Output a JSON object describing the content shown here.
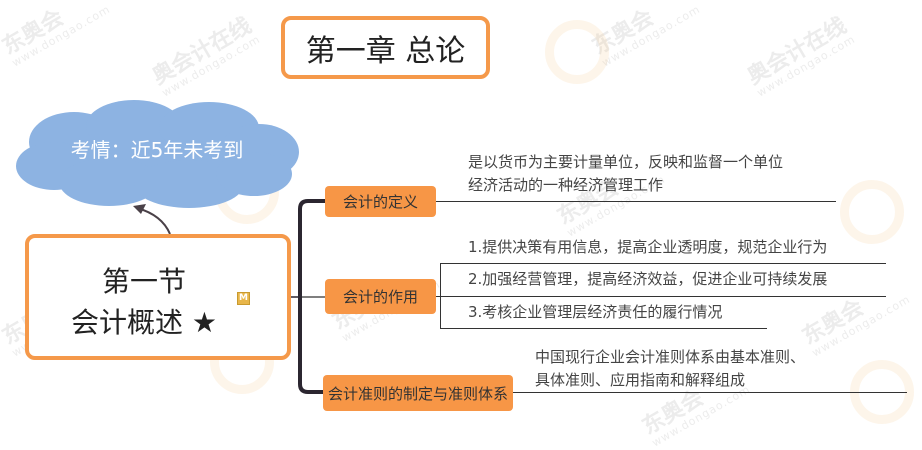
{
  "chapter": {
    "title": "第一章 总论"
  },
  "callout": {
    "text": "考情：近5年未考到"
  },
  "section": {
    "line1": "第一节",
    "line2": "会计概述 ★",
    "memo_icon_label": "M"
  },
  "topics": [
    {
      "label": "会计的定义",
      "details": [
        "是以货币为主要计量单位，反映和监督一个单位",
        "经济活动的一种经济管理工作"
      ]
    },
    {
      "label": "会计的作用",
      "details": [
        "1.提供决策有用信息，提高企业透明度，规范企业行为",
        "2.加强经营管理，提高经济效益，促进企业可持续发展",
        "3.考核企业管理层经济责任的履行情况"
      ]
    },
    {
      "label": "会计准则的制定与准则体系",
      "details": [
        "中国现行企业会计准则体系由基本准则、",
        "具体准则、应用指南和解释组成"
      ]
    }
  ],
  "watermark": {
    "brand": "东奥会计在线",
    "brand_short1": "东奥会",
    "brand_short2": "奥会计在线",
    "url": "www.dongao.com"
  },
  "colors": {
    "orange_border": "#f5994a",
    "topic_fill": "#f79646",
    "cloud_fill": "#8db3e2",
    "connector": "#2b2630"
  }
}
